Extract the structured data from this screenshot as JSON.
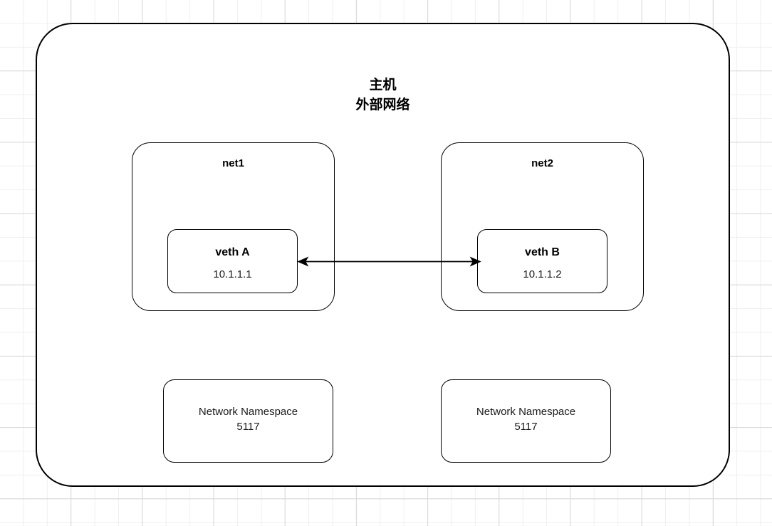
{
  "diagram": {
    "host": {
      "title": "主机\n外部网络"
    },
    "networks": [
      {
        "label": "net1",
        "veth": {
          "name": "veth A",
          "ip": "10.1.1.1"
        },
        "namespace": {
          "text": "Network Namespace\n5117"
        }
      },
      {
        "label": "net2",
        "veth": {
          "name": "veth B",
          "ip": "10.1.1.2"
        },
        "namespace": {
          "text": "Network Namespace\n5117"
        }
      }
    ],
    "connector": {
      "type": "double-headed-arrow",
      "from": "veth A",
      "to": "veth B"
    },
    "colors": {
      "stroke": "#000000",
      "fill": "#ffffff",
      "grid_minor": "#efefef",
      "grid_major": "#d7d7d7",
      "text": "#000000"
    }
  }
}
